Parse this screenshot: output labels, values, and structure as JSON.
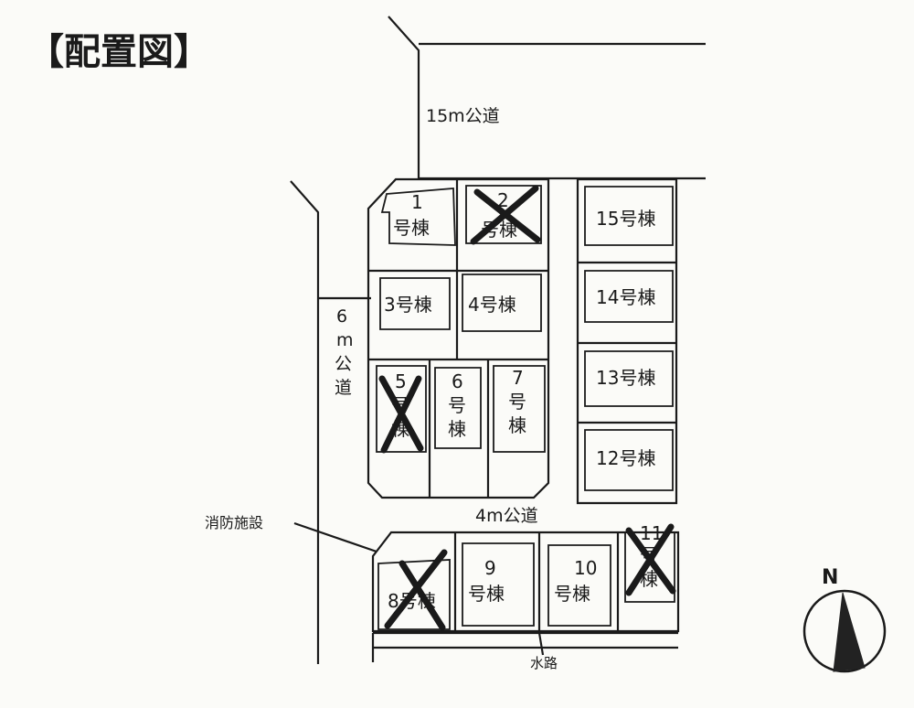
{
  "title": "【配置図】",
  "roads": {
    "north": "15m公道",
    "west_line1": "6",
    "west_line2": "m",
    "west_line3": "公",
    "west_line4": "道",
    "middle": "4m公道",
    "south": "水路"
  },
  "facility_label": "消防施設",
  "compass": {
    "label": "N"
  },
  "lots": {
    "l1_a": "1",
    "l1_b": "号棟",
    "l2_a": "2",
    "l2_b": "号棟",
    "l3": "3号棟",
    "l4": "4号棟",
    "l5_a": "5",
    "l5_b": "号",
    "l5_c": "棟",
    "l6_a": "6",
    "l6_b": "号",
    "l6_c": "棟",
    "l7_a": "7",
    "l7_b": "号",
    "l7_c": "棟",
    "l8": "8号棟",
    "l9_a": "9",
    "l9_b": "号棟",
    "l10_a": "10",
    "l10_b": "号棟",
    "l11_a": "11",
    "l11_b": "号",
    "l11_c": "棟",
    "l12": "12号棟",
    "l13": "13号棟",
    "l14": "14号棟",
    "l15": "15号棟"
  },
  "sold_lots": [
    "2",
    "5",
    "8",
    "11"
  ],
  "colors": {
    "ink": "#1a1a1a",
    "paper": "#fbfbf8",
    "compass_fill": "#222222"
  }
}
